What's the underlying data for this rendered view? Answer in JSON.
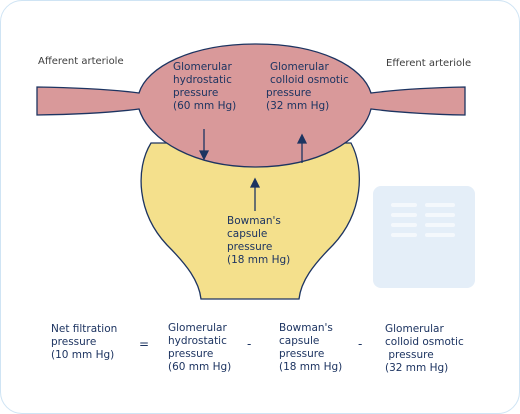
{
  "afferent_label": "Afferent arteriole",
  "efferent_label": "Efferent arteriole",
  "glomerular_hydrostatic": [
    "Glomerular",
    "hydrostatic",
    "pressure",
    "(60 mm Hg)"
  ],
  "colloid_osmotic": [
    "Glomerular",
    "colloid osmotic",
    "pressure",
    "(32 mm Hg)"
  ],
  "bowmans_capsule": [
    "Bowman's",
    "capsule",
    "pressure",
    "(18 mm Hg)"
  ],
  "equation": {
    "net": [
      "Net filtration",
      "pressure",
      "(10 mm Hg)"
    ],
    "equals": "=",
    "term1": [
      "Glomerular",
      "hydrostatic",
      "pressure",
      "(60 mm Hg)"
    ],
    "minus1": "-",
    "term2": [
      "Bowman's",
      "capsule",
      "pressure",
      "(18 mm Hg)"
    ],
    "minus2": "-",
    "term3": [
      "Glomerular",
      "colloid osmotic",
      " pressure",
      "(32 mm Hg)"
    ]
  },
  "colors": {
    "capsule": "#f4e08c",
    "glomerulus": "#d9999a",
    "outline": "#1d3461",
    "text": "#1d3461"
  }
}
